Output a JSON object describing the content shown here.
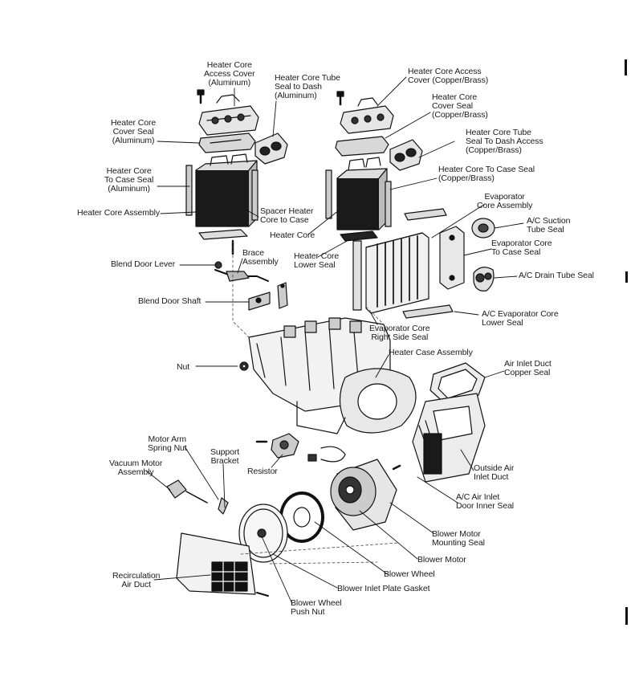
{
  "labels": {
    "hc_access_cover_al": "Heater Core\nAccess Cover\n(Aluminum)",
    "hc_tube_seal_al": "Heater Core Tube\nSeal to Dash\n(Aluminum)",
    "hc_access_cover_cu": "Heater Core Access\nCover (Copper/Brass)",
    "hc_cover_seal_cu": "Heater Core\nCover Seal\n(Copper/Brass)",
    "hc_cover_seal_al": "Heater Core\nCover Seal\n(Aluminum)",
    "hc_tube_seal_cu": "Heater Core Tube\nSeal To Dash Access\n(Copper/Brass)",
    "hc_case_seal_al": "Heater Core\nTo Case Seal\n(Aluminum)",
    "hc_case_seal_cu": "Heater Core To Case Seal\n(Copper/Brass)",
    "hc_assembly": "Heater Core Assembly",
    "spacer": "Spacer Heater\nCore to Case",
    "evap_core_assembly": "Evaporator\nCore Assembly",
    "ac_suction_seal": "A/C Suction\nTube Seal",
    "heater_core": "Heater Core",
    "evap_case_seal": "Evaporator Core\nTo Case Seal",
    "brace": "Brace\nAssembly",
    "blend_door_lever": "Blend Door Lever",
    "hc_lower_seal": "Heater Core\nLower Seal",
    "ac_drain_seal": "A/C Drain Tube Seal",
    "blend_door_shaft": "Blend Door Shaft",
    "ac_evap_lower_seal": "A/C Evaporator Core\nLower Seal",
    "evap_right_seal": "Evaporator Core\nRight Side Seal",
    "heater_case": "Heater Case Assembly",
    "nut": "Nut",
    "air_inlet_seal": "Air Inlet Duct\nCopper Seal",
    "motor_arm_spring": "Motor Arm\nSpring Nut",
    "support_bracket": "Support\nBracket",
    "resistor": "Resistor",
    "vacuum_motor": "Vacuum Motor\nAssembly",
    "outside_air_duct": "Outside Air\nInlet Duct",
    "ac_air_inlet_seal": "A/C Air Inlet\nDoor Inner Seal",
    "blower_mount_seal": "Blower Motor\nMounting Seal",
    "blower_motor": "Blower Motor",
    "recirc_duct": "Recirculation\nAir Duct",
    "blower_wheel": "Blower Wheel",
    "blower_inlet_gasket": "Blower Inlet Plate Gasket",
    "blower_wheel_nut": "Blower Wheel\nPush Nut"
  }
}
